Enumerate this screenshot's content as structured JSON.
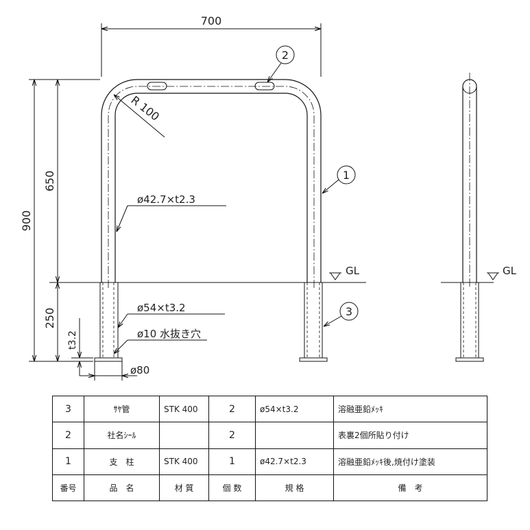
{
  "dimensions": {
    "width": "700",
    "height_total": "900",
    "height_above": "650",
    "height_below": "250",
    "radius": "R 100",
    "post_pipe": "ø42.7×t2.3",
    "sleeve_pipe": "ø54×t3.2",
    "drain_hole": "ø10 水抜き穴",
    "base_plate_thickness": "t3.2",
    "base_plate_diameter": "ø80"
  },
  "labels": {
    "ground_level_front": "GL",
    "ground_level_side": "GL"
  },
  "callouts": [
    {
      "number": "1"
    },
    {
      "number": "2"
    },
    {
      "number": "3"
    }
  ],
  "parts_table": {
    "headers": [
      "番号",
      "品　名",
      "材 質",
      "個 数",
      "規 格",
      "備　考"
    ],
    "rows": [
      {
        "no": "3",
        "name": "ｻﾔ管",
        "material": "STK 400",
        "qty": "2",
        "spec": "ø54×t3.2",
        "note": "溶融亜鉛ﾒｯｷ"
      },
      {
        "no": "2",
        "name": "社名ｼｰﾙ",
        "material": "",
        "qty": "2",
        "spec": "",
        "note": "表裏2個所貼り付け"
      },
      {
        "no": "1",
        "name": "支　柱",
        "material": "STK 400",
        "qty": "1",
        "spec": "ø42.7×t2.3",
        "note": "溶融亜鉛ﾒｯｷ後,焼付け塗装"
      }
    ]
  }
}
